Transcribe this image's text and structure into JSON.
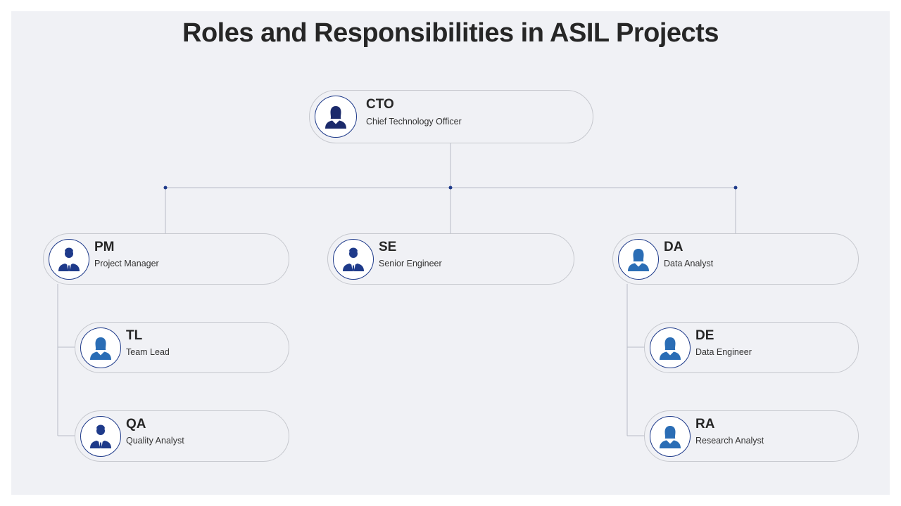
{
  "title": "Roles and Responsibilities in ASIL Projects",
  "colors": {
    "male_icon": "#1e3a8a",
    "female_icon_dark": "#1b2a6b",
    "female_icon_light": "#2a6db5",
    "line": "#b8bcc6",
    "dot": "#1e3a8a"
  },
  "nodes": {
    "cto": {
      "abbr": "CTO",
      "role": "Chief Technology Officer",
      "icon": "female-person-icon"
    },
    "pm": {
      "abbr": "PM",
      "role": "Project Manager",
      "icon": "male-person-icon"
    },
    "se": {
      "abbr": "SE",
      "role": "Senior Engineer",
      "icon": "male-person-icon"
    },
    "da": {
      "abbr": "DA",
      "role": "Data Analyst",
      "icon": "female-person-icon"
    },
    "tl": {
      "abbr": "TL",
      "role": "Team Lead",
      "icon": "female-person-icon"
    },
    "qa": {
      "abbr": "QA",
      "role": "Quality Analyst",
      "icon": "male-person-icon"
    },
    "de": {
      "abbr": "DE",
      "role": "Data Engineer",
      "icon": "female-person-icon"
    },
    "ra": {
      "abbr": "RA",
      "role": "Research Analyst",
      "icon": "female-person-icon"
    }
  }
}
